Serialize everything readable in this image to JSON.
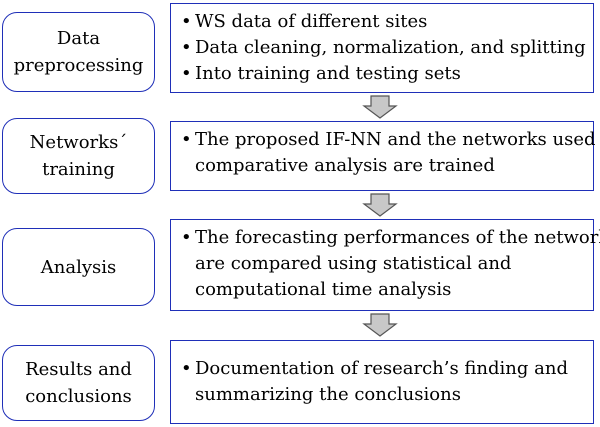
{
  "stages": [
    {
      "label": "Data\npreprocessing",
      "details": [
        "WS data of different sites",
        "Data cleaning, normalization, and splitting",
        "Into training and testing sets"
      ]
    },
    {
      "label": "Networks´\ntraining",
      "details": [
        "The proposed IF-NN and the networks used for",
        "comparative analysis are trained"
      ]
    },
    {
      "label": "Analysis",
      "details": [
        "The forecasting performances of the networks",
        "are compared using statistical and",
        "computational time analysis"
      ]
    },
    {
      "label": "Results and\nconclusions",
      "details": [
        "Documentation of research’s finding and",
        "summarizing the conclusions"
      ]
    }
  ],
  "colors": {
    "border": "#1f2fb8",
    "arrow_fill": "#c8c8c8",
    "arrow_stroke": "#555555"
  }
}
